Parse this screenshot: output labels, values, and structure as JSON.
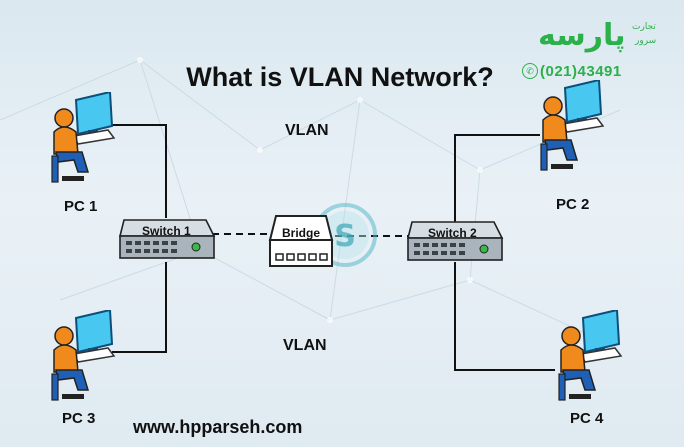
{
  "title": "What is VLAN Network?",
  "vlan_top": "VLAN",
  "vlan_bottom": "VLAN",
  "devices": {
    "pc1": "PC 1",
    "pc2": "PC 2",
    "pc3": "PC 3",
    "pc4": "PC 4",
    "switch1": "Switch 1",
    "switch2": "Switch 2",
    "bridge": "Bridge"
  },
  "website": "www.hpparseh.com",
  "logo": {
    "brand": "پارسه",
    "line1": "تجارت",
    "line2": "سرور",
    "phone": "(021)43491"
  },
  "colors": {
    "logo_green": "#2bb04a",
    "pc_person_orange": "#f08a1c",
    "pc_person_blue": "#1f5fb5",
    "monitor_cyan": "#48c8f0"
  }
}
